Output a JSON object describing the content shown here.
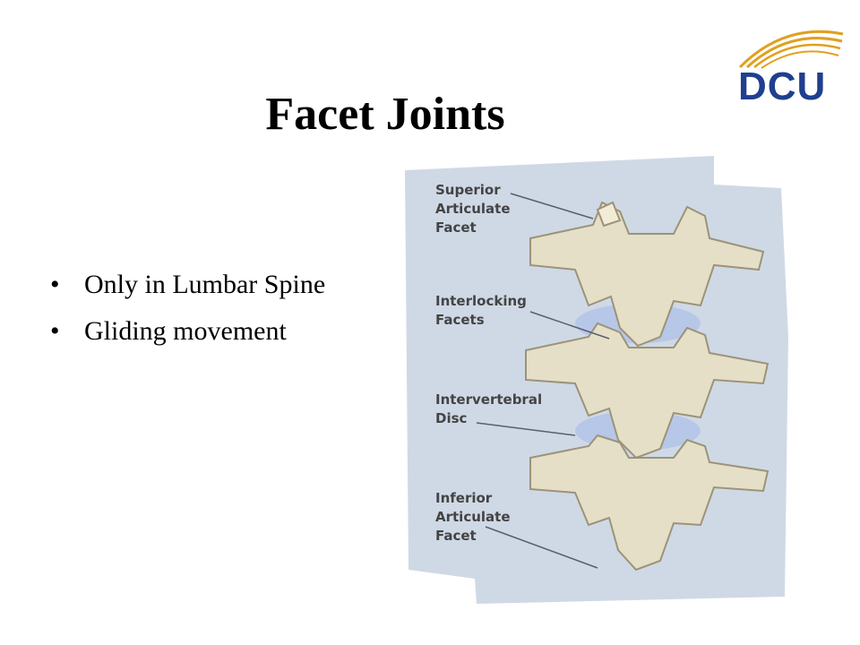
{
  "slide": {
    "title": "Facet Joints",
    "logo": "DCU",
    "bullets": [
      {
        "marker": "•",
        "text": "Only in Lumbar Spine"
      },
      {
        "marker": "•",
        "text": "Gliding movement"
      }
    ]
  },
  "figure": {
    "labels": [
      {
        "lines": [
          "Superior",
          "Articulate",
          "Facet"
        ]
      },
      {
        "lines": [
          "Interlocking",
          "Facets"
        ]
      },
      {
        "lines": [
          "Intervertebral",
          "Disc"
        ]
      },
      {
        "lines": [
          "Inferior",
          "Articulate",
          "Facet"
        ]
      }
    ]
  },
  "colors": {
    "logo_blue": "#1f3f8f",
    "logo_gold": "#e0a020",
    "figure_bg": "#cfd9e6",
    "bone": "#e6dfc7",
    "disc": "#b7c7e8"
  }
}
